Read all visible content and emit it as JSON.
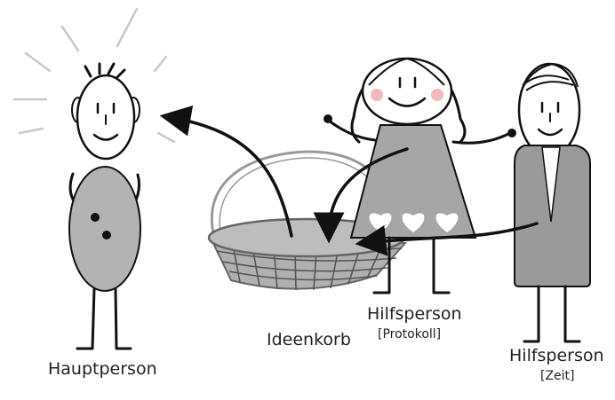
{
  "labels": {
    "hauptperson": "Hauptperson",
    "ideenkorb": "Ideenkorb",
    "hilfsperson_protokoll": "Hilfsperson",
    "hilfsperson_protokoll_role": "[Protokoll]",
    "hilfsperson_zeit": "Hilfsperson",
    "hilfsperson_zeit_role": "[Zeit]"
  },
  "colors": {
    "line": "#111111",
    "body_gray": "#b3b3b3",
    "dress_gray": "#a6a6a6",
    "vest_gray": "#9a9a9a",
    "ray_gray": "#c8c8c8",
    "cheek_pink": "#f1b9b9",
    "basket_gray": "#b0b0b0",
    "heart_white": "#ffffff"
  }
}
